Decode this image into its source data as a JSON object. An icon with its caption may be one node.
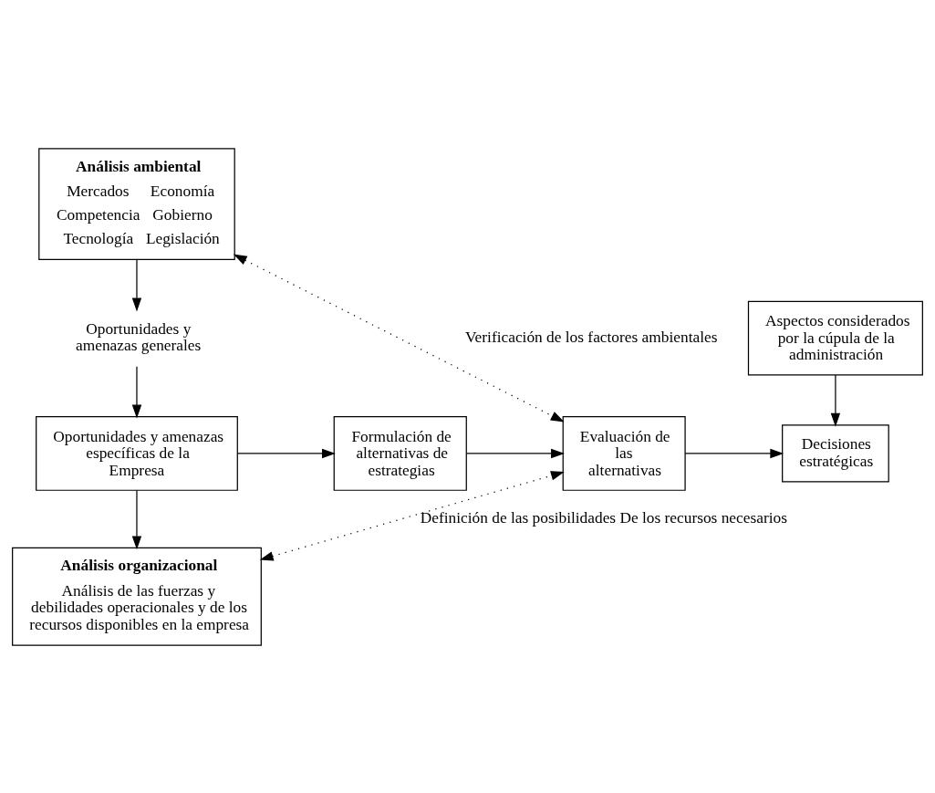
{
  "diagram": {
    "nodes": [
      {
        "text": [
          "Análisis ambiental",
          "Mercados",
          "Economía",
          "Competencia",
          "Gobierno",
          "Tecnología",
          "Legislación"
        ]
      },
      {
        "text": [
          "Oportunidades y amenazas generales"
        ]
      },
      {
        "text": [
          "Oportunidades y amenazas específicas de la Empresa"
        ]
      },
      {
        "text": [
          "Formulación de alternativas de estrategias"
        ]
      },
      {
        "text": [
          "Evaluación de las alternativas"
        ]
      },
      {
        "text": [
          "Aspectos considerados por la cúpula de la administración"
        ]
      },
      {
        "text": [
          "Análisis organizacional",
          "Análisis de las fuerzas y debilidades operacionales y de los recursos disponibles en la empresa"
        ]
      },
      {
        "text": [
          "Decisiones estratégicas"
        ]
      }
    ],
    "edges": [
      {
        "from": 0,
        "to": 1,
        "arrow": "to"
      },
      {
        "from": 1,
        "to": 2,
        "arrow": "to"
      },
      {
        "from": 2,
        "to": 3,
        "arrow": "to"
      },
      {
        "from": 3,
        "to": 4,
        "arrow": "to"
      },
      {
        "from": 4,
        "to": 7,
        "arrow": "to"
      },
      {
        "from": 5,
        "to": 7,
        "arrow": "to"
      },
      {
        "from": 2,
        "to": 6,
        "arrow": "to"
      },
      {
        "from": 0,
        "to": 4,
        "arrow": "both",
        "style": "dashed",
        "label": "Verificación de los factores ambientales"
      },
      {
        "from": 6,
        "to": 4,
        "arrow": "both",
        "style": "dashed",
        "label": "Definición de las posibilidades De los recursos necesarios"
      }
    ]
  }
}
